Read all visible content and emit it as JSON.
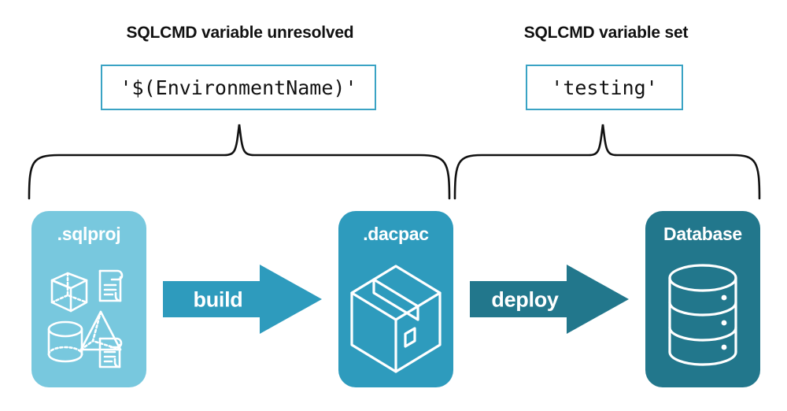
{
  "diagram": {
    "sections": [
      {
        "title": "SQLCMD variable unresolved",
        "code_value": "'$(EnvironmentName)'"
      },
      {
        "title": "SQLCMD variable set",
        "code_value": "'testing'"
      }
    ],
    "stages": [
      {
        "label": ".sqlproj",
        "icon": "sql-project-artifacts-icon",
        "color": "#78c8de"
      },
      {
        "label": ".dacpac",
        "icon": "package-box-icon",
        "color": "#2e9bbd"
      },
      {
        "label": "Database",
        "icon": "database-cylinder-icon",
        "color": "#22778c"
      }
    ],
    "arrows": [
      {
        "label": "build",
        "icon": "right-arrow-icon",
        "color": "#2e9bbd"
      },
      {
        "label": "deploy",
        "icon": "right-arrow-icon",
        "color": "#22778c"
      }
    ],
    "braces": [
      {
        "name": "brace-build-scope",
        "color": "#111111"
      },
      {
        "name": "brace-deploy-scope",
        "color": "#111111"
      }
    ],
    "colors": {
      "light_blue": "#78c8de",
      "medium_blue": "#2e9bbd",
      "dark_teal": "#22778c",
      "code_border": "#3aa3c4",
      "text": "#111111",
      "background": "#ffffff"
    }
  }
}
